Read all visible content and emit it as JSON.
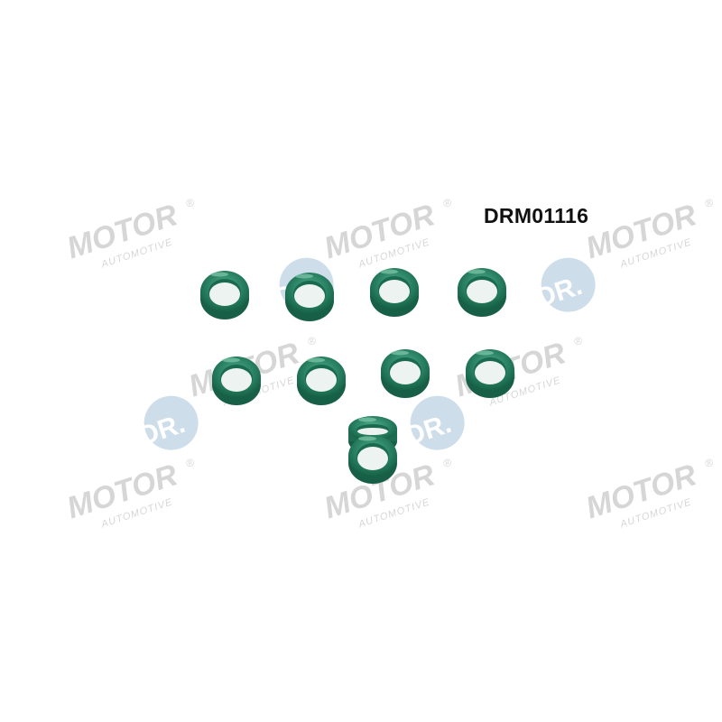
{
  "product": {
    "part_number": "DRM01116",
    "item_description": "O-ring seal set",
    "ring_count": 10,
    "ring_color": "#2c8a6a"
  },
  "watermark": {
    "brand": "DR.MOTOR",
    "brand_text": "MOTOR",
    "prefix_text": "DR.",
    "tagline": "AUTOMOTIVE",
    "registered_mark": "®",
    "logo_circle_color": "#6f9fc4",
    "text_color": "#8a8a8a",
    "opacity": 0.35
  }
}
